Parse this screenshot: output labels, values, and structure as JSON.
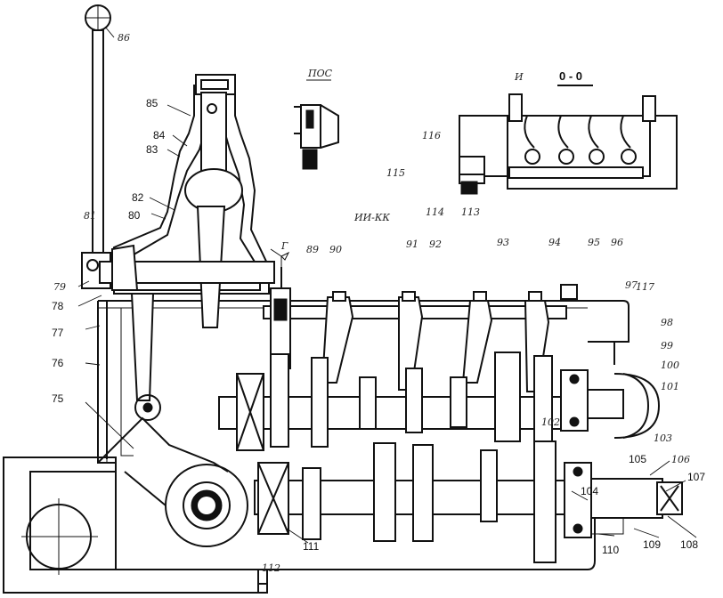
{
  "view": {
    "section_title": "0 - 0",
    "section_marker": "И",
    "view_labels": {
      "top_detail": "ПОС",
      "mid_section": "ИИ-КК",
      "arrow_mark": "Г"
    }
  },
  "callouts": {
    "c75": "75",
    "c76": "76",
    "c77": "77",
    "c78": "78",
    "c79": "79",
    "c80": "80",
    "c81": "81",
    "c82": "82",
    "c83": "83",
    "c84": "84",
    "c85": "85",
    "c86": "86",
    "c89": "89",
    "c90": "90",
    "c91": "91",
    "c92": "92",
    "c93": "93",
    "c94": "94",
    "c95": "95",
    "c96": "96",
    "c97": "97",
    "c98": "98",
    "c99": "99",
    "c100": "100",
    "c101": "101",
    "c102": "102",
    "c103": "103",
    "c104": "104",
    "c105": "105",
    "c106": "106",
    "c107": "107",
    "c108": "108",
    "c109": "109",
    "c110": "110",
    "c111": "111",
    "c112": "112",
    "c113": "113",
    "c114": "114",
    "c115": "115",
    "c116": "116",
    "c117": "117"
  }
}
